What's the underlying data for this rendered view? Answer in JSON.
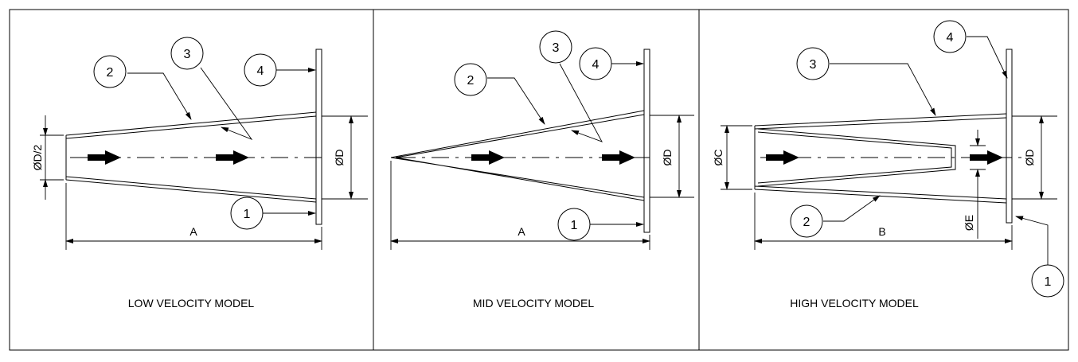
{
  "panels": [
    {
      "caption": "LOW VELOCITY MODEL",
      "dims": {
        "inlet": "ØD/2",
        "outlet": "ØD",
        "length": "A"
      },
      "balloons": [
        "1",
        "2",
        "3",
        "4"
      ]
    },
    {
      "caption": "MID VELOCITY MODEL",
      "dims": {
        "outlet": "ØD",
        "length": "A"
      },
      "balloons": [
        "1",
        "2",
        "3",
        "4"
      ]
    },
    {
      "caption": "HIGH VELOCITY MODEL",
      "dims": {
        "inlet": "ØC",
        "inner": "ØE",
        "outlet": "ØD",
        "length": "B"
      },
      "balloons": [
        "1",
        "2",
        "3",
        "4"
      ]
    }
  ]
}
